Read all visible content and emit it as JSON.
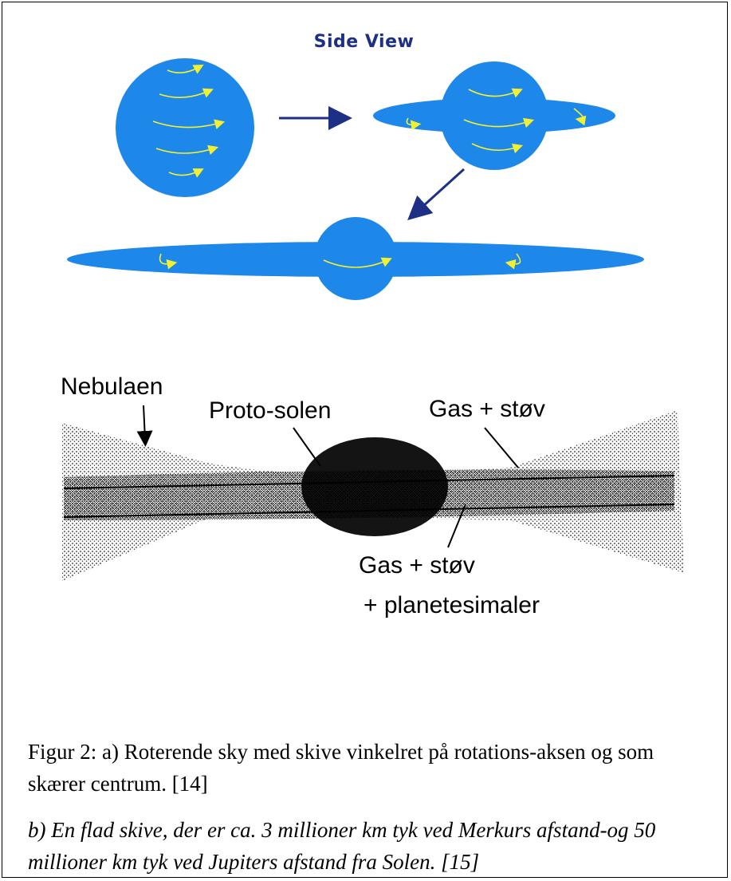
{
  "side_view": {
    "title": "Side View"
  },
  "nebula": {
    "labels": {
      "nebulaen": "Nebulaen",
      "proto_solen": "Proto-solen",
      "gas_stov_top": "Gas + støv",
      "gas_stov_bottom": "Gas + støv",
      "planetesimaler": "+ planetesimaler"
    }
  },
  "caption": {
    "a": "Figur 2: a) Roterende sky med skive vinkelret på rotations-aksen og som skærer centrum. [14]",
    "b": "b) En flad skive, der er ca. 3 millioner km tyk ved Merkurs afstand-og 50 millioner km tyk ved Jupiters afstand fra Solen. [15]"
  },
  "colors": {
    "body_blue": "#1e88ea",
    "arrow_navy": "#1e2f86",
    "swirl_yellow": "#f2f030"
  }
}
